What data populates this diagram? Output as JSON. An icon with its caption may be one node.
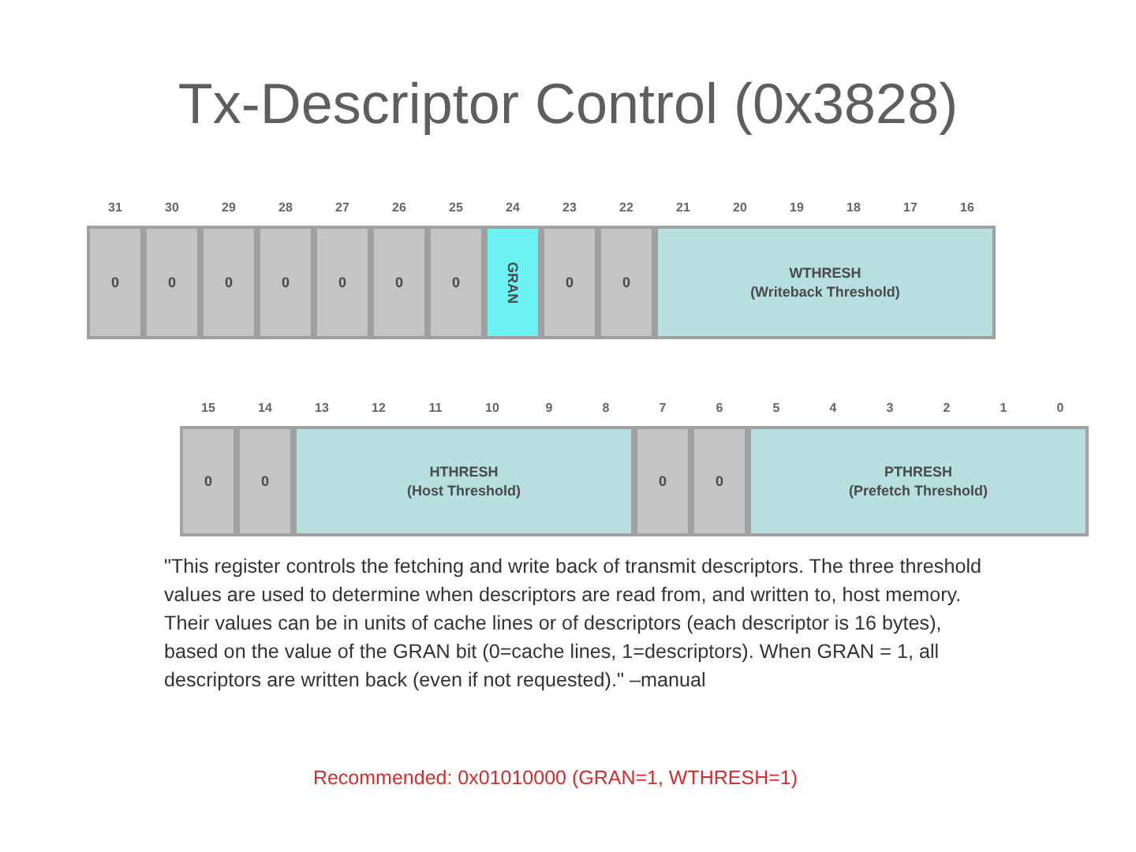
{
  "diagram": {
    "title": "Tx-Descriptor Control (0x3828)",
    "nodes": [
      {
        "text": [
          "0"
        ]
      },
      {
        "text": [
          "0"
        ]
      },
      {
        "text": [
          "0"
        ]
      },
      {
        "text": [
          "0"
        ]
      },
      {
        "text": [
          "0"
        ]
      },
      {
        "text": [
          "0"
        ]
      },
      {
        "text": [
          "0"
        ]
      },
      {
        "text": [
          "GRAN"
        ]
      },
      {
        "text": [
          "0"
        ]
      },
      {
        "text": [
          "0"
        ]
      },
      {
        "text": [
          "WTHRESH",
          "(Writeback Threshold)"
        ]
      },
      {
        "text": [
          "0"
        ]
      },
      {
        "text": [
          "0"
        ]
      },
      {
        "text": [
          "HTHRESH",
          "(Host Threshold)"
        ]
      },
      {
        "text": [
          "0"
        ]
      },
      {
        "text": [
          "0"
        ]
      },
      {
        "text": [
          "PTHRESH",
          "(Prefetch Threshold)"
        ]
      }
    ],
    "labels": [
      "31",
      "30",
      "29",
      "28",
      "27",
      "26",
      "25",
      "24",
      "23",
      "22",
      "21",
      "20",
      "19",
      "18",
      "17",
      "16",
      "15",
      "14",
      "13",
      "12",
      "11",
      "10",
      "9",
      "8",
      "7",
      "6",
      "5",
      "4",
      "3",
      "2",
      "1",
      "0",
      "\"This register controls the fetching and write back of transmit descriptors. The three threshold values are used to determine when descriptors are read from, and written to, host memory. Their values can be in units of cache lines or of descriptors (each descriptor is 16 bytes), based on the value of the GRAN bit (0=cache lines, 1=descriptors). When GRAN = 1, all descriptors are written back (even if not requested).\" –manual",
      "Recommended: 0x01010000 (GRAN=1, WTHRESH=1)"
    ]
  }
}
